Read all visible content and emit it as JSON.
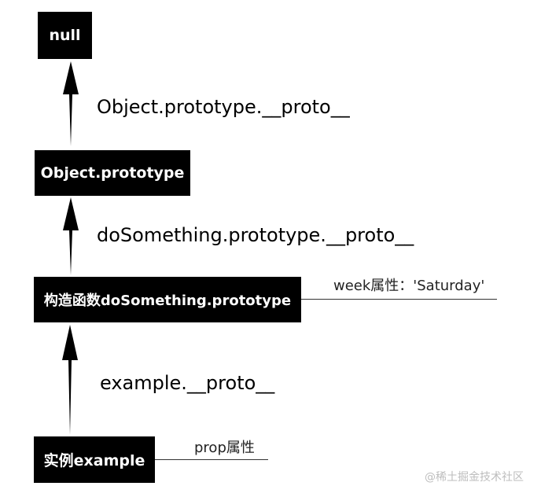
{
  "nodes": {
    "null_node": "null",
    "object_prototype": "Object.prototype",
    "constructor_prototype": "构造函数doSomething.prototype",
    "instance": "实例example"
  },
  "edges": {
    "object_proto_link": "Object.prototype.__proto__",
    "dosomething_proto_link": "doSomething.prototype.__proto__",
    "example_proto_link": "example.__proto__"
  },
  "notes": {
    "week_property": "week属性：'Saturday'",
    "prop_property": "prop属性"
  },
  "watermark": "@稀土掘金技术社区"
}
